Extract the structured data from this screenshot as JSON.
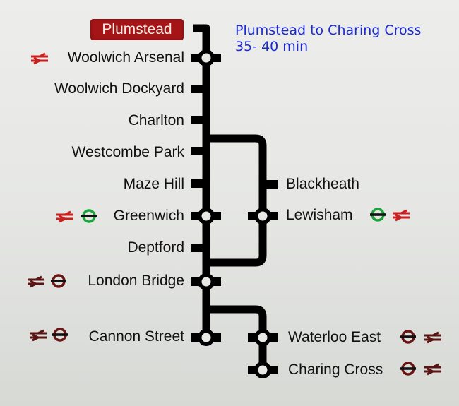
{
  "diagram": {
    "origin": "Plumstead",
    "journey": {
      "route": "Plumstead to Charing Cross",
      "duration": "35- 40 min"
    },
    "colors": {
      "line": "#000000",
      "origin_bg": "#a51517",
      "journey_text": "#1a2ad3",
      "national_rail": "#c8201e",
      "national_rail_dark": "#5a1414",
      "dlr_ring": "#1aa33a",
      "underground_ring": "#6b1414"
    },
    "stations": [
      {
        "name": "Woolwich Arsenal",
        "interchange": true,
        "connections": [
          "national-rail"
        ]
      },
      {
        "name": "Woolwich Dockyard",
        "interchange": false,
        "connections": []
      },
      {
        "name": "Charlton",
        "interchange": false,
        "connections": []
      },
      {
        "name": "Westcombe Park",
        "interchange": false,
        "connections": []
      },
      {
        "name": "Maze Hill",
        "interchange": false,
        "connections": []
      },
      {
        "name": "Greenwich",
        "interchange": true,
        "connections": [
          "national-rail",
          "dlr"
        ]
      },
      {
        "name": "Deptford",
        "interchange": false,
        "connections": []
      },
      {
        "name": "London Bridge",
        "interchange": true,
        "connections": [
          "national-rail",
          "underground"
        ]
      },
      {
        "name": "Cannon Street",
        "interchange": true,
        "connections": [
          "national-rail",
          "underground"
        ]
      },
      {
        "name": "Blackheath",
        "interchange": false,
        "connections": []
      },
      {
        "name": "Lewisham",
        "interchange": true,
        "connections": [
          "dlr",
          "national-rail"
        ]
      },
      {
        "name": "Waterloo East",
        "interchange": true,
        "connections": [
          "underground",
          "national-rail"
        ]
      },
      {
        "name": "Charing Cross",
        "interchange": true,
        "connections": [
          "underground",
          "national-rail"
        ]
      }
    ]
  }
}
